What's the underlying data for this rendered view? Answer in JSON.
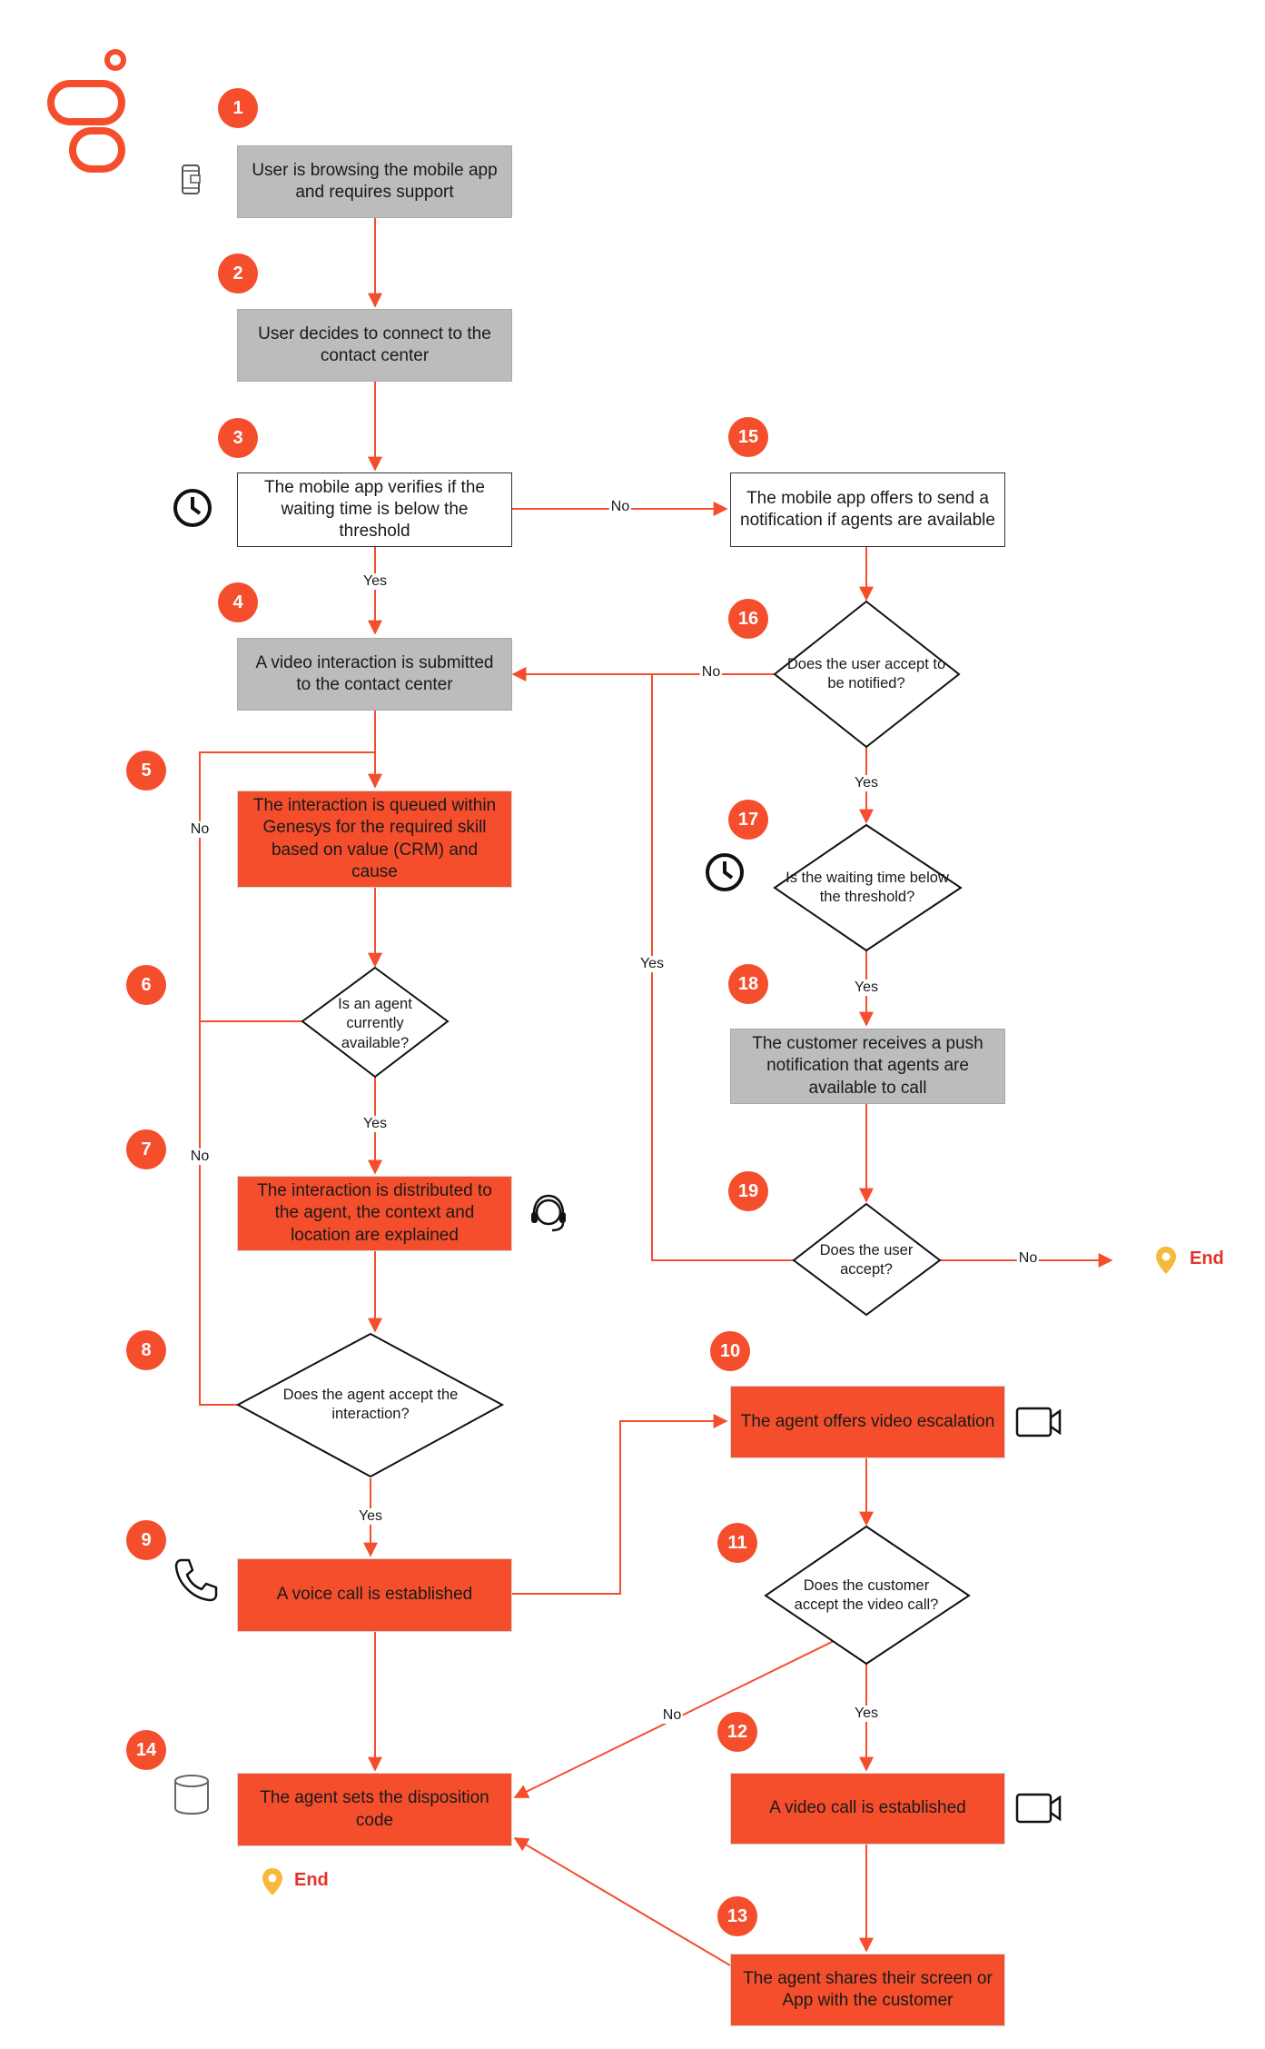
{
  "colors": {
    "accent": "#f44e2c",
    "grey_box": "#bcbcbc",
    "line": "#f44e2c",
    "end_pin": "#f6b93b",
    "end_text": "#e0342a"
  },
  "logo": {
    "name": "genesys-logo"
  },
  "steps": {
    "s1": {
      "badge": "1",
      "text": "User is browsing the mobile app and requires support"
    },
    "s2": {
      "badge": "2",
      "text": "User decides to connect to the contact center"
    },
    "s3": {
      "badge": "3",
      "text": "The mobile app verifies if the waiting time is below the threshold"
    },
    "s4": {
      "badge": "4",
      "text": "A video interaction is submitted to the contact center"
    },
    "s5": {
      "badge": "5",
      "text": "The interaction is queued within Genesys for the required skill based on value (CRM) and cause"
    },
    "s6": {
      "badge": "6",
      "text": "Is an agent currently available?"
    },
    "s7": {
      "badge": "7",
      "text": "The interaction is distributed to the agent, the context and location are explained"
    },
    "s8": {
      "badge": "8",
      "text": "Does the agent accept the interaction?"
    },
    "s9": {
      "badge": "9",
      "text": "A voice call is established"
    },
    "s10": {
      "badge": "10",
      "text": "The agent offers video escalation"
    },
    "s11": {
      "badge": "11",
      "text": "Does the customer accept the video call?"
    },
    "s12": {
      "badge": "12",
      "text": "A video call is established"
    },
    "s13": {
      "badge": "13",
      "text": "The agent shares their screen or App with the customer"
    },
    "s14": {
      "badge": "14",
      "text": "The agent sets the disposition code"
    },
    "s15": {
      "badge": "15",
      "text": "The mobile app offers to send a notification if agents are available"
    },
    "s16": {
      "badge": "16",
      "text": "Does the user accept to be notified?"
    },
    "s17": {
      "badge": "17",
      "text": "Is the waiting time below the threshold?"
    },
    "s18": {
      "badge": "18",
      "text": "The customer receives a push notification that agents are available to call"
    },
    "s19": {
      "badge": "19",
      "text": "Does the user accept?"
    }
  },
  "edge_labels": {
    "s3_no": "No",
    "s3_yes": "Yes",
    "s16_no": "No",
    "s16_yes": "Yes",
    "s17_yes": "Yes",
    "s19_yes": "Yes",
    "s19_no": "No",
    "s6_no": "No",
    "s6_yes": "Yes",
    "s8_no": "No",
    "s8_yes": "Yes",
    "s11_no": "No",
    "s11_yes": "Yes"
  },
  "end_labels": {
    "end_right": "End",
    "end_bottom": "End"
  },
  "icons": [
    "mobile-phone-icon",
    "clock-icon",
    "headset-icon",
    "video-camera-icon",
    "phone-icon",
    "database-icon",
    "location-pin-icon"
  ]
}
